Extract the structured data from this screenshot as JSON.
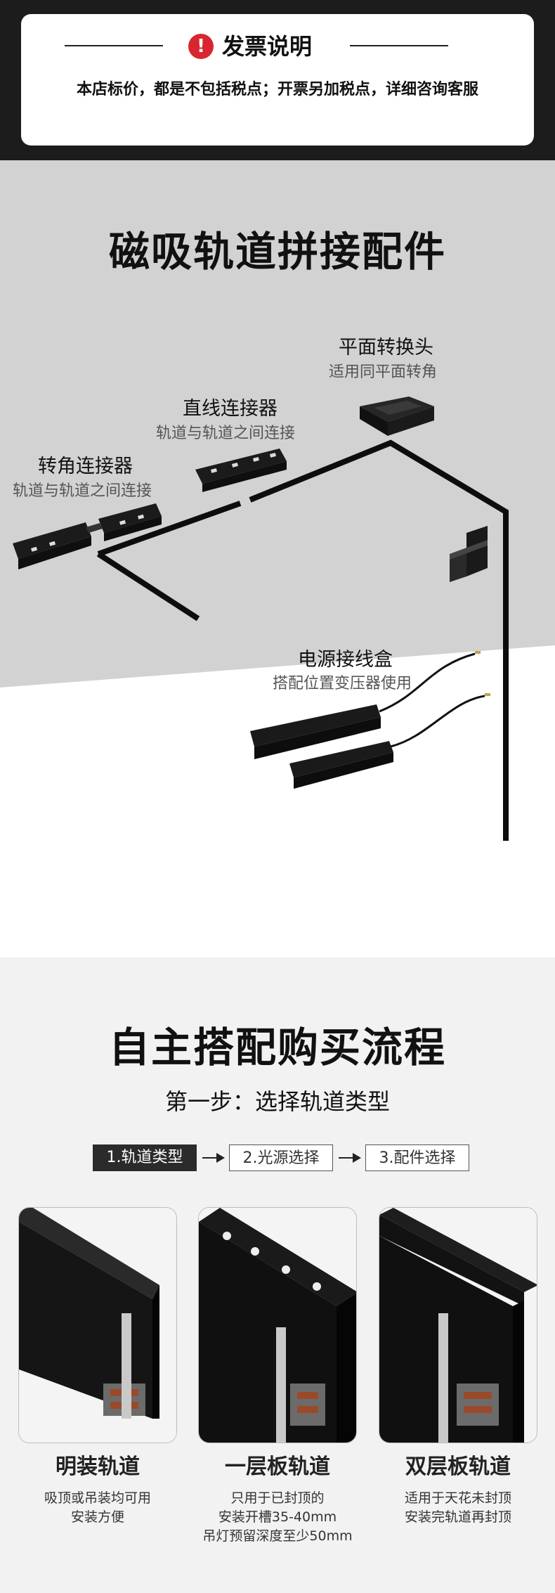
{
  "invoice": {
    "icon": "!",
    "title": "发票说明",
    "text": "本店标价，都是不包括税点；开票另加税点，详细咨询客服"
  },
  "accessories": {
    "title": "磁吸轨道拼接配件",
    "items": [
      {
        "name": "平面转换头",
        "desc": "适用同平面转角"
      },
      {
        "name": "直线连接器",
        "desc": "轨道与轨道之间连接"
      },
      {
        "name": "转角连接器",
        "desc": "轨道与轨道之间连接"
      },
      {
        "name": "电源接线盒",
        "desc": "搭配位置变压器使用"
      }
    ]
  },
  "flow": {
    "title": "自主搭配购买流程",
    "step_title": "第一步：选择轨道类型",
    "steps": [
      "1.轨道类型",
      "2.光源选择",
      "3.配件选择"
    ],
    "rails": [
      {
        "name": "明装轨道",
        "desc": [
          "吸顶或吊装均可用",
          "安装方便"
        ]
      },
      {
        "name": "一层板轨道",
        "desc": [
          "只用于已封顶的",
          "安装开槽35-40mm",
          "吊灯预留深度至少50mm"
        ]
      },
      {
        "name": "双层板轨道",
        "desc": [
          "适用于天花未封顶",
          "安装完轨道再封顶"
        ]
      }
    ]
  },
  "colors": {
    "dark_band": "#1c1c1c",
    "alert_red": "#d7262f",
    "wedge_grey": "#d2d2d2",
    "flow_bg": "#f2f2f2"
  }
}
